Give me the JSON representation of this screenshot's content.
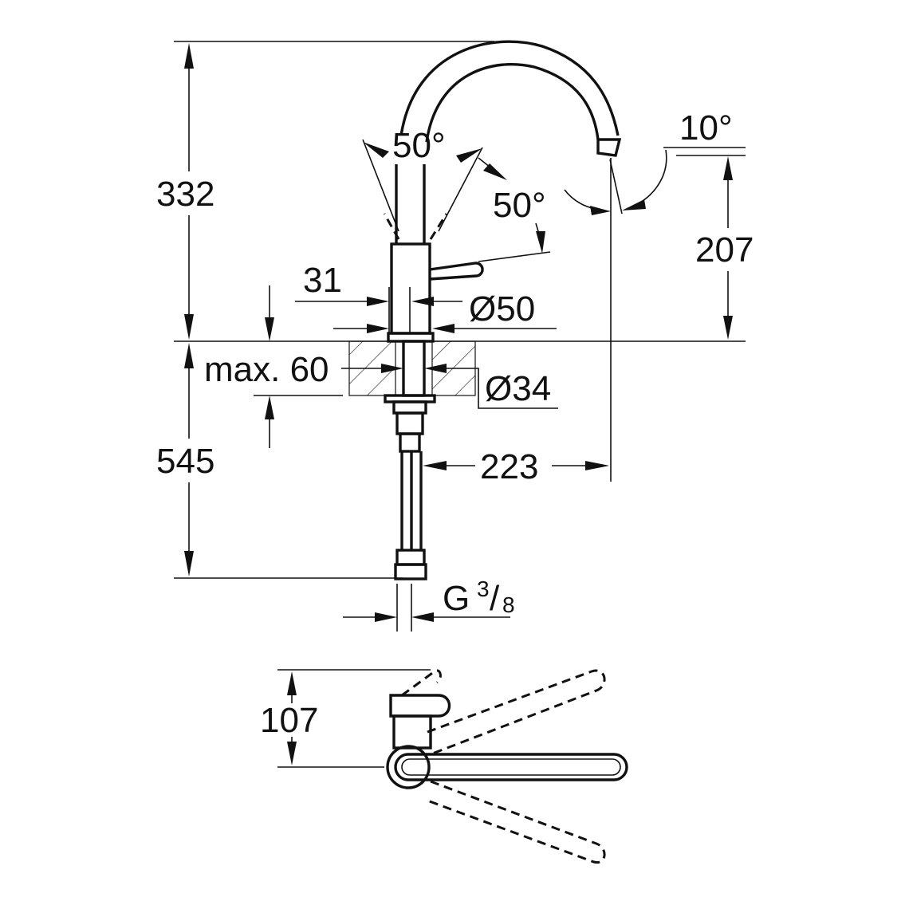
{
  "drawing": {
    "side_view": {
      "dim_total_height_above_deck": "332",
      "dim_spout_height": "207",
      "dim_lever_swing_top": "50°",
      "dim_lever_swing_side": "50°",
      "dim_spout_angle": "10°",
      "dim_body_offset": "31",
      "dim_body_diameter": "Ø50",
      "dim_max_deck_thickness": "max. 60",
      "dim_shank_diameter": "Ø34",
      "dim_below_deck_length": "545",
      "dim_spout_reach": "223",
      "dim_connection_thread_prefix": "G",
      "dim_connection_thread_numerator": "3",
      "dim_connection_thread_slash": "/",
      "dim_connection_thread_denominator": "8"
    },
    "top_view": {
      "dim_lever_clearance": "107"
    }
  }
}
